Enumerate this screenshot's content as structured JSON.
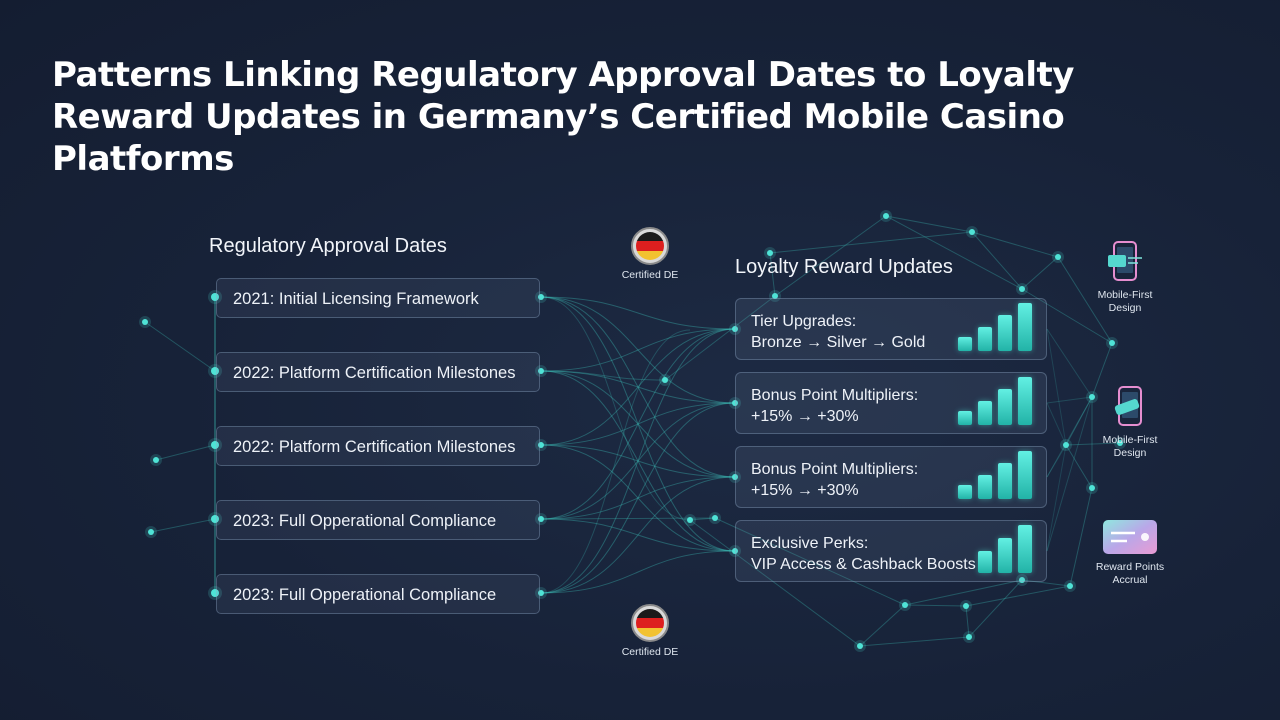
{
  "title": "Patterns Linking Regulatory Approval Dates to Loyalty Reward Updates in Germany’s Certified Mobile Casino Platforms",
  "left_column": {
    "heading": "Regulatory Approval Dates",
    "items": [
      "2021: Initial Licensing Framework",
      "2022: Platform Certification Milestones",
      "2022: Platform Certification Milestones",
      "2023: Full Opperational Compliance",
      "2023: Full Opperational Compliance"
    ]
  },
  "right_column": {
    "heading": "Loyalty Reward Updates",
    "cards": [
      {
        "line1": "Tier Upgrades:",
        "line2": "Bronze → Silver → Gold",
        "bars": [
          0.3,
          0.5,
          0.75,
          1.0
        ]
      },
      {
        "line1": "Bonus Point Multipliers:",
        "line2": "+15% → +30%",
        "bars": [
          0.3,
          0.5,
          0.75,
          1.0
        ]
      },
      {
        "line1": "Bonus Point Multipliers:",
        "line2": "+15% → +30%",
        "bars": [
          0.3,
          0.5,
          0.75,
          1.0
        ]
      },
      {
        "line1": "Exclusive Perks:",
        "line2": "VIP Access & Cashback Boosts",
        "bars": [
          0.45,
          0.72,
          1.0
        ]
      }
    ]
  },
  "badges": [
    {
      "label": "Certified DE",
      "icon": "german-flag-icon"
    },
    {
      "label": "Certified DE",
      "icon": "german-flag-icon"
    }
  ],
  "side_icons": [
    {
      "line1": "Mobile-First",
      "line2": "Design",
      "icon": "mobile-phone-icon"
    },
    {
      "line1": "Mobile-First",
      "line2": "Design",
      "icon": "mobile-phone-icon"
    },
    {
      "line1": "Reward Points",
      "line2": "Accrual",
      "icon": "reward-card-icon"
    }
  ],
  "colors": {
    "background": "#172238",
    "accent": "#4fe3d6",
    "line": "#3fc9c0",
    "flag_black": "#1a1a1a",
    "flag_red": "#dd1f1f",
    "flag_gold": "#f2c230"
  }
}
